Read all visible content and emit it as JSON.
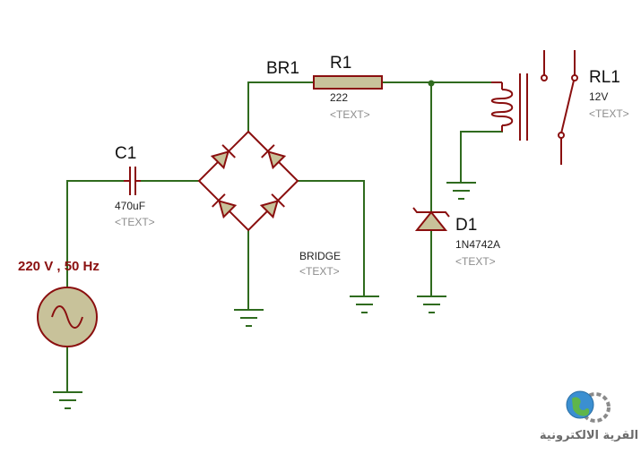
{
  "source": {
    "label": "220 V , 50 Hz"
  },
  "capacitor": {
    "ref": "C1",
    "value": "470uF",
    "text": "<TEXT>"
  },
  "bridge": {
    "ref": "BR1",
    "value": "BRIDGE",
    "text": "<TEXT>"
  },
  "resistor": {
    "ref": "R1",
    "value": "222",
    "text": "<TEXT>"
  },
  "diode": {
    "ref": "D1",
    "value": "1N4742A",
    "text": "<TEXT>"
  },
  "relay": {
    "ref": "RL1",
    "value": "12V",
    "text": "<TEXT>"
  },
  "logo": {
    "text": "القرية الالكترونية",
    "icon": "globe-gear-icon"
  },
  "colors": {
    "wire": "#2f6b1e",
    "component": "#8a0f0f",
    "body_fill": "#c8c29a"
  }
}
